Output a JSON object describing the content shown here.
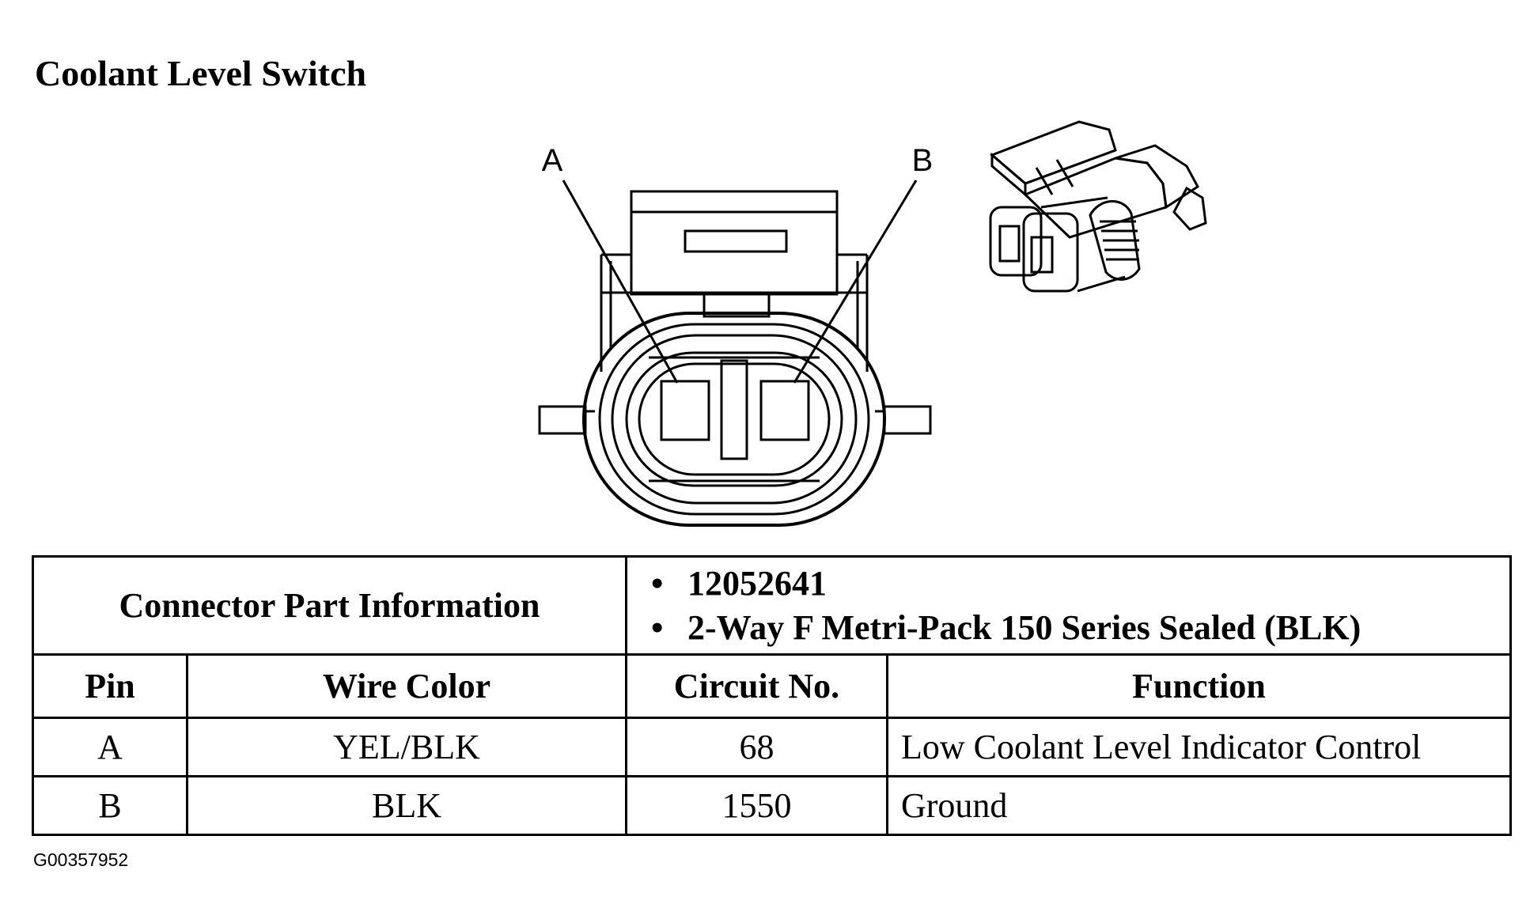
{
  "title": "Coolant Level Switch",
  "diagram": {
    "pin_labels": [
      "A",
      "B"
    ],
    "connector_icon": "connector-front-view",
    "connector_photo_icon": "connector-3d-view"
  },
  "table": {
    "connector_part_info_label": "Connector Part Information",
    "part_info": [
      "12052641",
      "2-Way F Metri-Pack 150 Series Sealed (BLK)"
    ],
    "headers": {
      "pin": "Pin",
      "wire_color": "Wire Color",
      "circuit_no": "Circuit No.",
      "function": "Function"
    },
    "rows": [
      {
        "pin": "A",
        "wire_color": "YEL/BLK",
        "circuit_no": "68",
        "function": "Low Coolant Level Indicator Control"
      },
      {
        "pin": "B",
        "wire_color": "BLK",
        "circuit_no": "1550",
        "function": "Ground"
      }
    ]
  },
  "figure_id": "G00357952"
}
